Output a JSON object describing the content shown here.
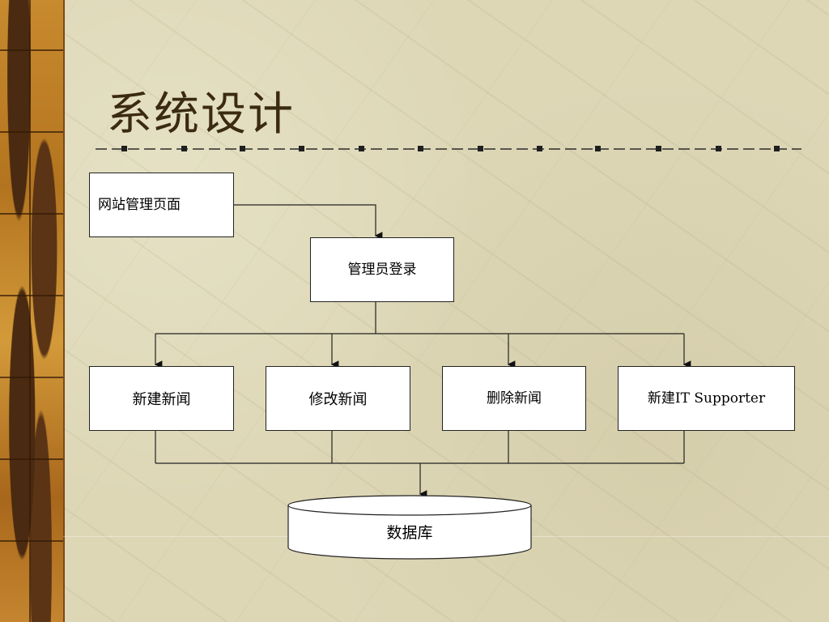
{
  "slide": {
    "title": "系统设计"
  },
  "diagram": {
    "nodes": {
      "site_admin_page": "网站管理页面",
      "admin_login": "管理员登录",
      "new_news": "新建新闻",
      "edit_news": "修改新闻",
      "delete_news": "删除新闻",
      "new_it_supporter": "新建IT Supporter",
      "database": "数据库"
    },
    "edges": [
      [
        "site_admin_page",
        "admin_login"
      ],
      [
        "admin_login",
        "new_news"
      ],
      [
        "admin_login",
        "edit_news"
      ],
      [
        "admin_login",
        "delete_news"
      ],
      [
        "admin_login",
        "new_it_supporter"
      ],
      [
        "new_news",
        "database"
      ],
      [
        "edit_news",
        "database"
      ],
      [
        "delete_news",
        "database"
      ],
      [
        "new_it_supporter",
        "database"
      ]
    ]
  },
  "colors": {
    "background": "#ddd7b6",
    "title": "#3b2a12",
    "sidebar": "#b3741f"
  }
}
